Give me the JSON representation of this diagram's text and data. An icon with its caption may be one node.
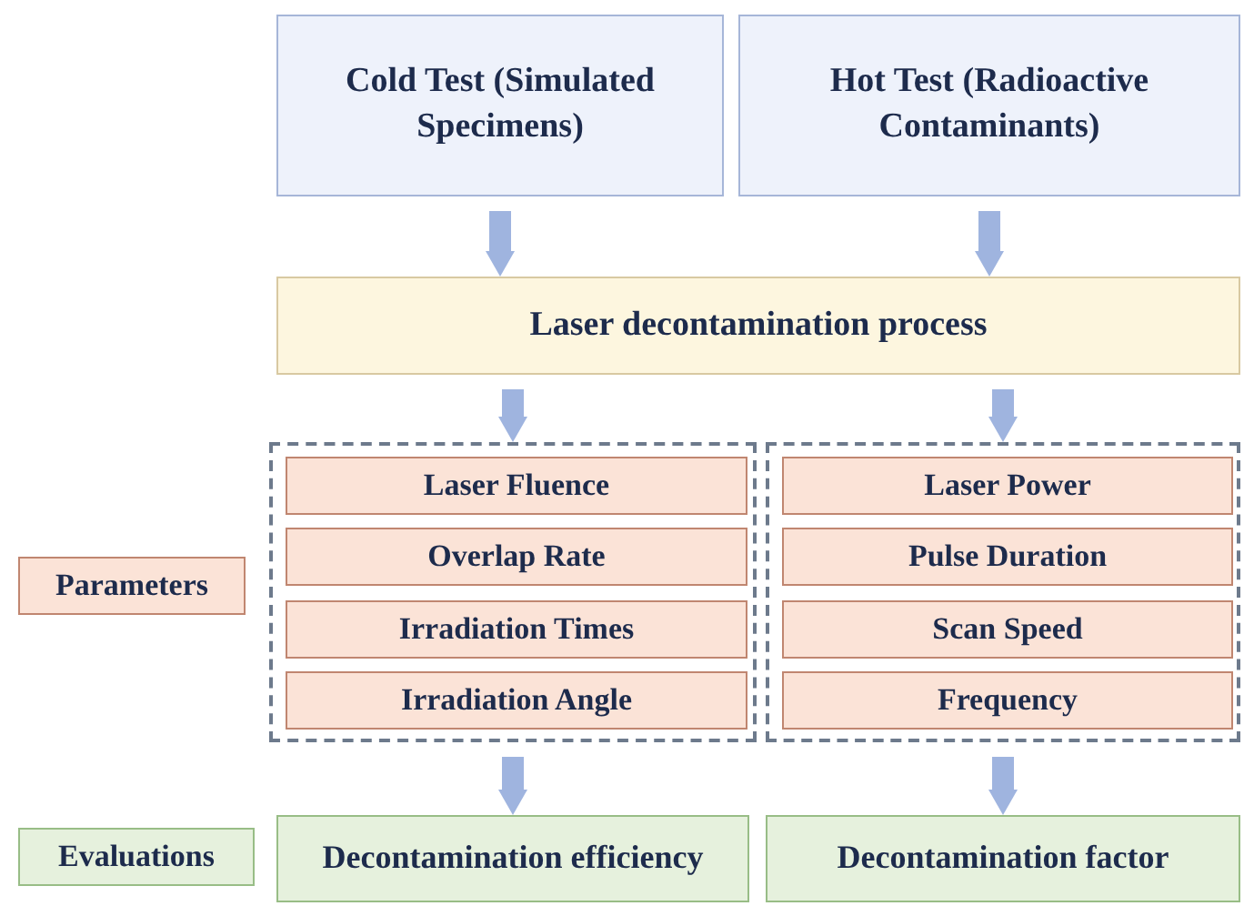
{
  "diagram": {
    "nodes": [
      {
        "text": [
          "Cold Test (Simulated Specimens)"
        ]
      },
      {
        "text": [
          "Hot Test (Radioactive Contaminants)"
        ]
      },
      {
        "text": [
          "Laser decontamination process"
        ]
      },
      {
        "text": [],
        "shape": "box"
      },
      {
        "text": [
          "Laser Fluence"
        ],
        "in": 3
      },
      {
        "text": [
          "Overlap Rate"
        ],
        "in": 3
      },
      {
        "text": [
          "Irradiation Times"
        ],
        "in": 3
      },
      {
        "text": [
          "Irradiation Angle"
        ],
        "in": 3
      },
      {
        "text": [],
        "shape": "box"
      },
      {
        "text": [
          "Laser Power"
        ],
        "in": 8
      },
      {
        "text": [
          "Pulse Duration"
        ],
        "in": 8
      },
      {
        "text": [
          "Scan Speed"
        ],
        "in": 8
      },
      {
        "text": [
          "Frequency"
        ],
        "in": 8
      },
      {
        "text": [
          "Parameters"
        ]
      },
      {
        "text": [
          "Evaluations"
        ]
      },
      {
        "text": [
          "Decontamination efficiency"
        ]
      },
      {
        "text": [
          "Decontamination factor"
        ]
      }
    ],
    "edges": [
      {
        "from": 0,
        "to": 2,
        "arrow": "to"
      },
      {
        "from": 1,
        "to": 2,
        "arrow": "to"
      },
      {
        "from": 2,
        "to": 3,
        "arrow": "to"
      },
      {
        "from": 2,
        "to": 8,
        "arrow": "to"
      },
      {
        "from": 3,
        "to": 15,
        "arrow": "to"
      },
      {
        "from": 8,
        "to": 16,
        "arrow": "to"
      }
    ]
  }
}
